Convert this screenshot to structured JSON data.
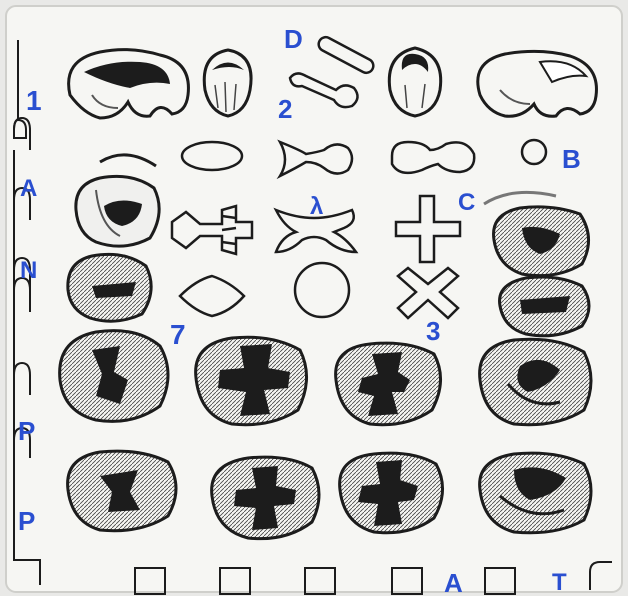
{
  "labels": {
    "D": "D",
    "two": "2",
    "one": "1",
    "B": "B",
    "lambda": "λ",
    "C": "C",
    "seven": "7",
    "three": "3",
    "side_A": "A",
    "side_N": "N",
    "side_P1": "P",
    "side_P2": "P",
    "bottom_A": "A",
    "bottom_T": "T"
  },
  "colors": {
    "card": "#f6f6f3",
    "ink": "#1c1c1c",
    "pen": "#2a4fd0",
    "shade": "#6b6b6b"
  },
  "icons": {
    "cavity_outlines": [
      "ellipse",
      "dumbbell",
      "peanut",
      "circle",
      "i-beam",
      "curved-x",
      "plus",
      "diamond",
      "ring",
      "x-cross",
      "capsule",
      "keyhole"
    ],
    "teeth": [
      "incisor-crown",
      "canine-crown",
      "premolar-crown",
      "molar-crown"
    ]
  }
}
